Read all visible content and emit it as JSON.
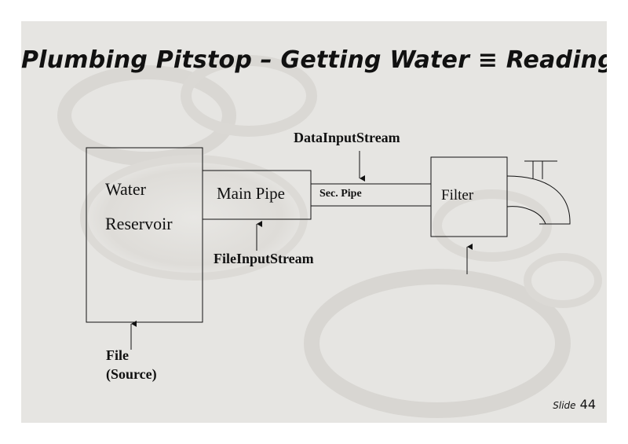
{
  "slide": {
    "title": "Plumbing Pitstop – Getting Water ≡ Reading",
    "slide_word": "Slide",
    "slide_number": "44"
  },
  "diagram": {
    "reservoir_line1": "Water",
    "reservoir_line2": "Reservoir",
    "main_pipe": "Main Pipe",
    "sec_pipe": "Sec. Pipe",
    "filter": "Filter",
    "data_input_stream": "DataInputStream",
    "file_input_stream": "FileInputStream",
    "file_line1": "File",
    "file_line2": "(Source)"
  }
}
